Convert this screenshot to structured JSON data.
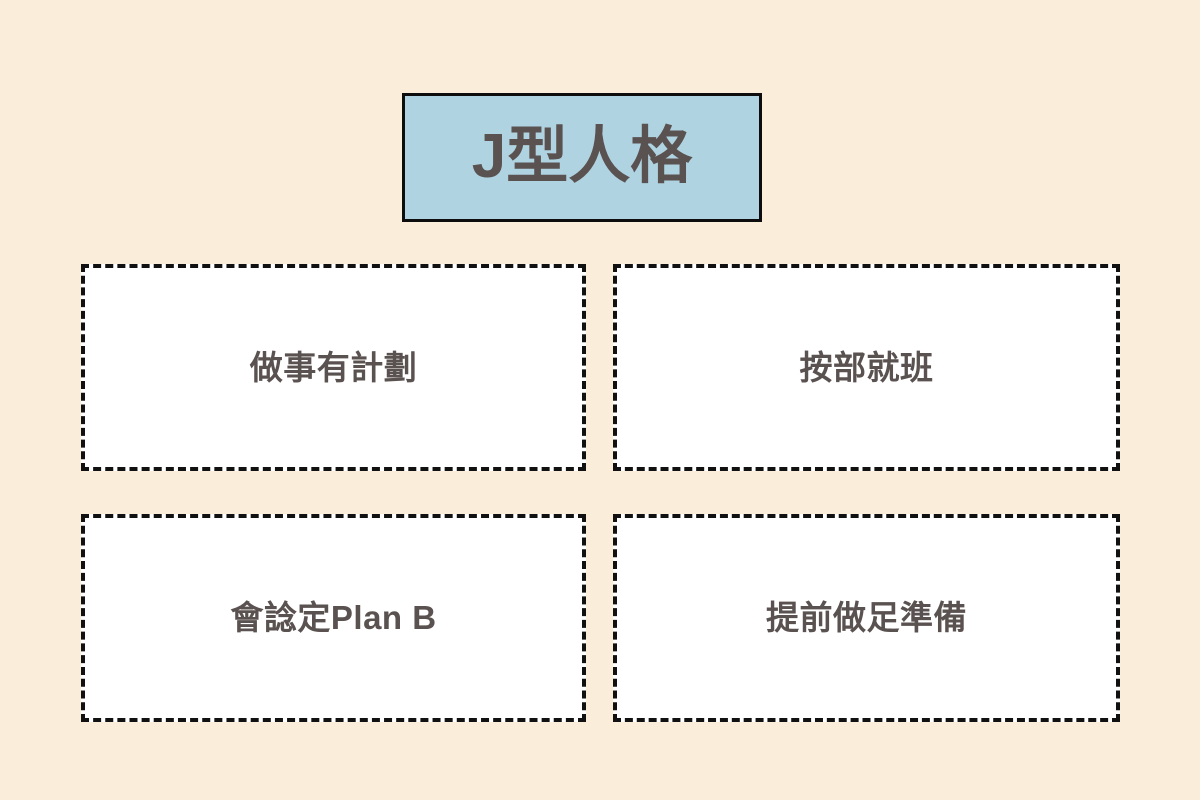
{
  "page": {
    "background_color": "#FAEEDA",
    "text_color": "#5A5250"
  },
  "title": {
    "label": "J型人格",
    "fill_color": "#B0D3E2",
    "border_color": "#0D0D0D"
  },
  "cards": [
    {
      "label": "做事有計劃"
    },
    {
      "label": "按部就班"
    },
    {
      "label": "會諗定Plan B"
    },
    {
      "label": "提前做足準備"
    }
  ]
}
